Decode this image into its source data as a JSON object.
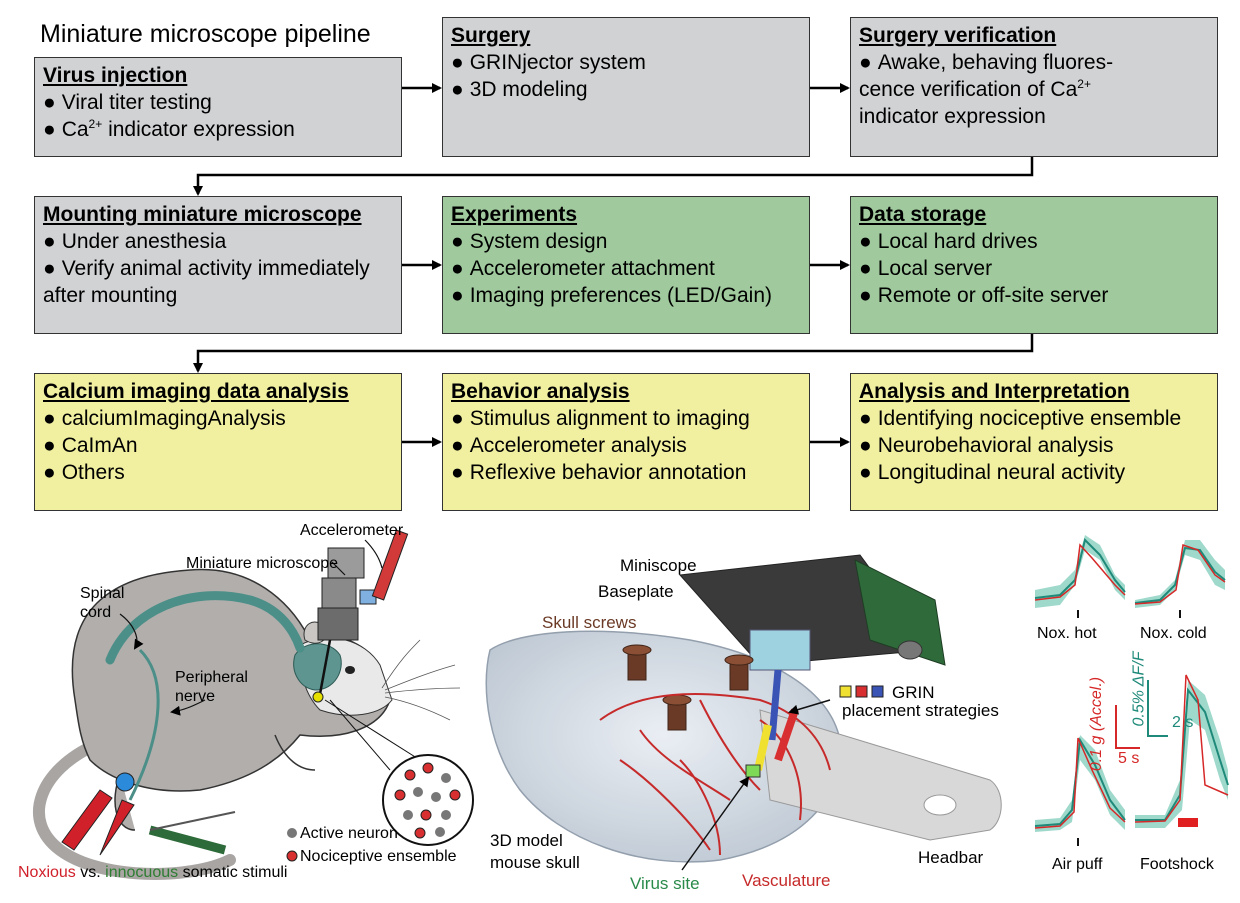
{
  "title": "Miniature microscope pipeline",
  "boxes": {
    "virus": {
      "heading": "Virus injection",
      "items": [
        "Viral titer testing",
        "indicator expression"
      ],
      "ca_prefix": "Ca",
      "ca_sup": "2+"
    },
    "surgery": {
      "heading": "Surgery",
      "items": [
        "GRINjector system",
        "3D modeling"
      ]
    },
    "verification": {
      "heading": "Surgery verification",
      "lines": [
        "Awake, behaving fluores-",
        "cence verification of Ca",
        "indicator expression"
      ],
      "ca_sup": "2+"
    },
    "mounting": {
      "heading": "Mounting miniature microscope",
      "items": [
        "Under anesthesia",
        "Verify animal activity immediately",
        "after mounting"
      ]
    },
    "experiments": {
      "heading": "Experiments",
      "items": [
        "System design",
        "Accelerometer attachment",
        "Imaging preferences (LED/Gain)"
      ]
    },
    "storage": {
      "heading": "Data storage",
      "items": [
        "Local hard drives",
        "Local server",
        "Remote or off-site server"
      ]
    },
    "calcium": {
      "heading": "Calcium imaging data analysis",
      "items": [
        "calciumImagingAnalysis",
        "CaImAn",
        "Others"
      ]
    },
    "behavior": {
      "heading": "Behavior analysis",
      "items": [
        "Stimulus alignment to imaging",
        "Accelerometer analysis",
        "Reflexive behavior annotation"
      ]
    },
    "interpretation": {
      "heading": "Analysis and Interpretation",
      "items": [
        "Identifying nociceptive ensemble",
        "Neurobehavioral analysis",
        "Longitudinal neural activity"
      ]
    }
  },
  "bullet": "●",
  "mouse_panel": {
    "accelerometer": "Accelerometer",
    "miniature_microscope": "Miniature microscope",
    "spinal_cord": "Spinal\ncord",
    "spinal": "Spinal",
    "cord": "cord",
    "peripheral": "Peripheral",
    "nerve": "nerve",
    "active_neuron": "Active neuron",
    "nociceptive_ensemble": "Nociceptive ensemble",
    "noxious": "Noxious",
    "vs": "vs.",
    "innocuous": "innocuous",
    "somatic_stimuli": "somatic stimuli"
  },
  "skull_panel": {
    "miniscope": "Miniscope",
    "baseplate": "Baseplate",
    "skull_screws": "Skull screws",
    "grin": "GRIN",
    "placement": "placement strategies",
    "model_line1": "3D model",
    "model_line2": "mouse skull",
    "virus_site": "Virus site",
    "vasculature": "Vasculature",
    "headbar": "Headbar"
  },
  "traces_panel": {
    "labels": [
      "Nox. hot",
      "Nox. cold",
      "Air puff",
      "Footshock"
    ],
    "scale_accel": "0.1 g (Accel.)",
    "scale_df": "0.5% ΔF/F",
    "time_5s": "5 s",
    "time_2s": "2 s"
  },
  "colors": {
    "gray_box": "#d1d2d4",
    "green_box": "#a0ca9d",
    "yellow_box": "#f1f0a0",
    "noxious": "#d0202a",
    "innocuous": "#2e7d32",
    "virus_site": "#2a8a4a",
    "vasculature": "#c62a2a",
    "calcium_trace": "#1f8a7a",
    "accel_trace": "#d62828"
  }
}
